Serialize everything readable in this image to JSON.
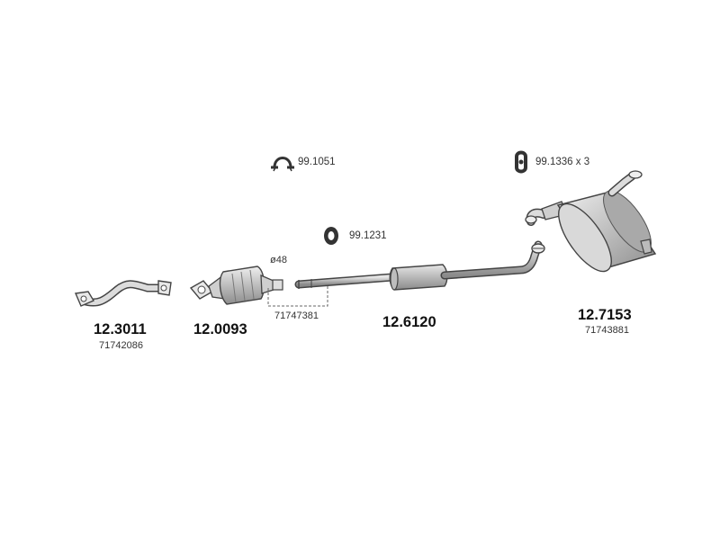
{
  "diagram": {
    "parts": [
      {
        "code": "12.3011",
        "oe": "71742086"
      },
      {
        "code": "12.0093"
      },
      {
        "code": "12.6120",
        "oe": "71747381"
      },
      {
        "code": "12.7153",
        "oe": "71743881"
      }
    ],
    "accessories": [
      {
        "code": "99.1051",
        "icon": "clamp-icon"
      },
      {
        "code": "99.1231",
        "icon": "rubber-ring-icon"
      },
      {
        "code": "99.1336 x 3",
        "icon": "rubber-hanger-icon"
      }
    ],
    "diameter": "ø48",
    "colors": {
      "line": "#444444",
      "fill": "#d6d6d6",
      "shade": "#9a9a9a",
      "text": "#111111"
    }
  }
}
